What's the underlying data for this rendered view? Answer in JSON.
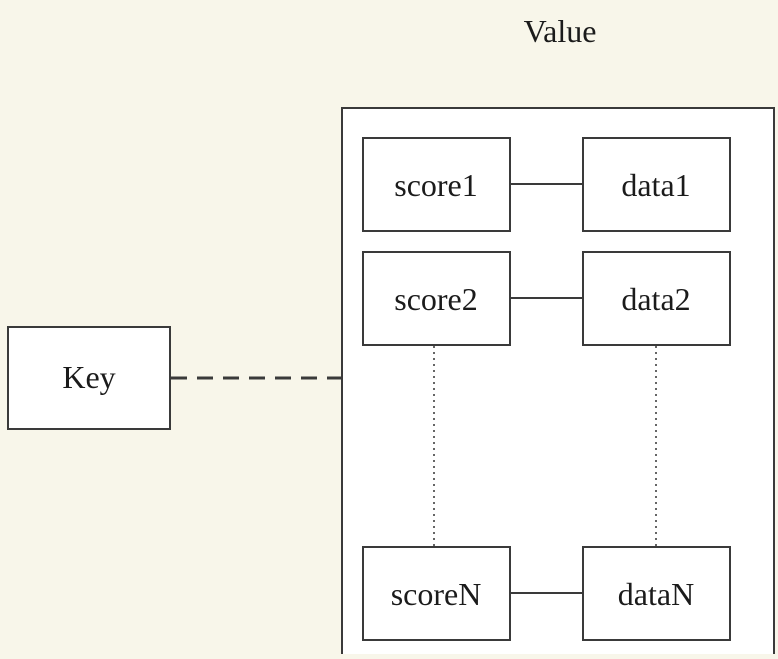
{
  "diagram": {
    "title": "Value",
    "key_label": "Key",
    "pairs": [
      {
        "score": "score1",
        "data": "data1"
      },
      {
        "score": "score2",
        "data": "data2"
      },
      {
        "score": "scoreN",
        "data": "dataN"
      }
    ]
  },
  "colors": {
    "background": "#f8f6ea",
    "box_fill": "#ffffff",
    "stroke": "#3a3a3a",
    "text": "#1b1b1b"
  }
}
